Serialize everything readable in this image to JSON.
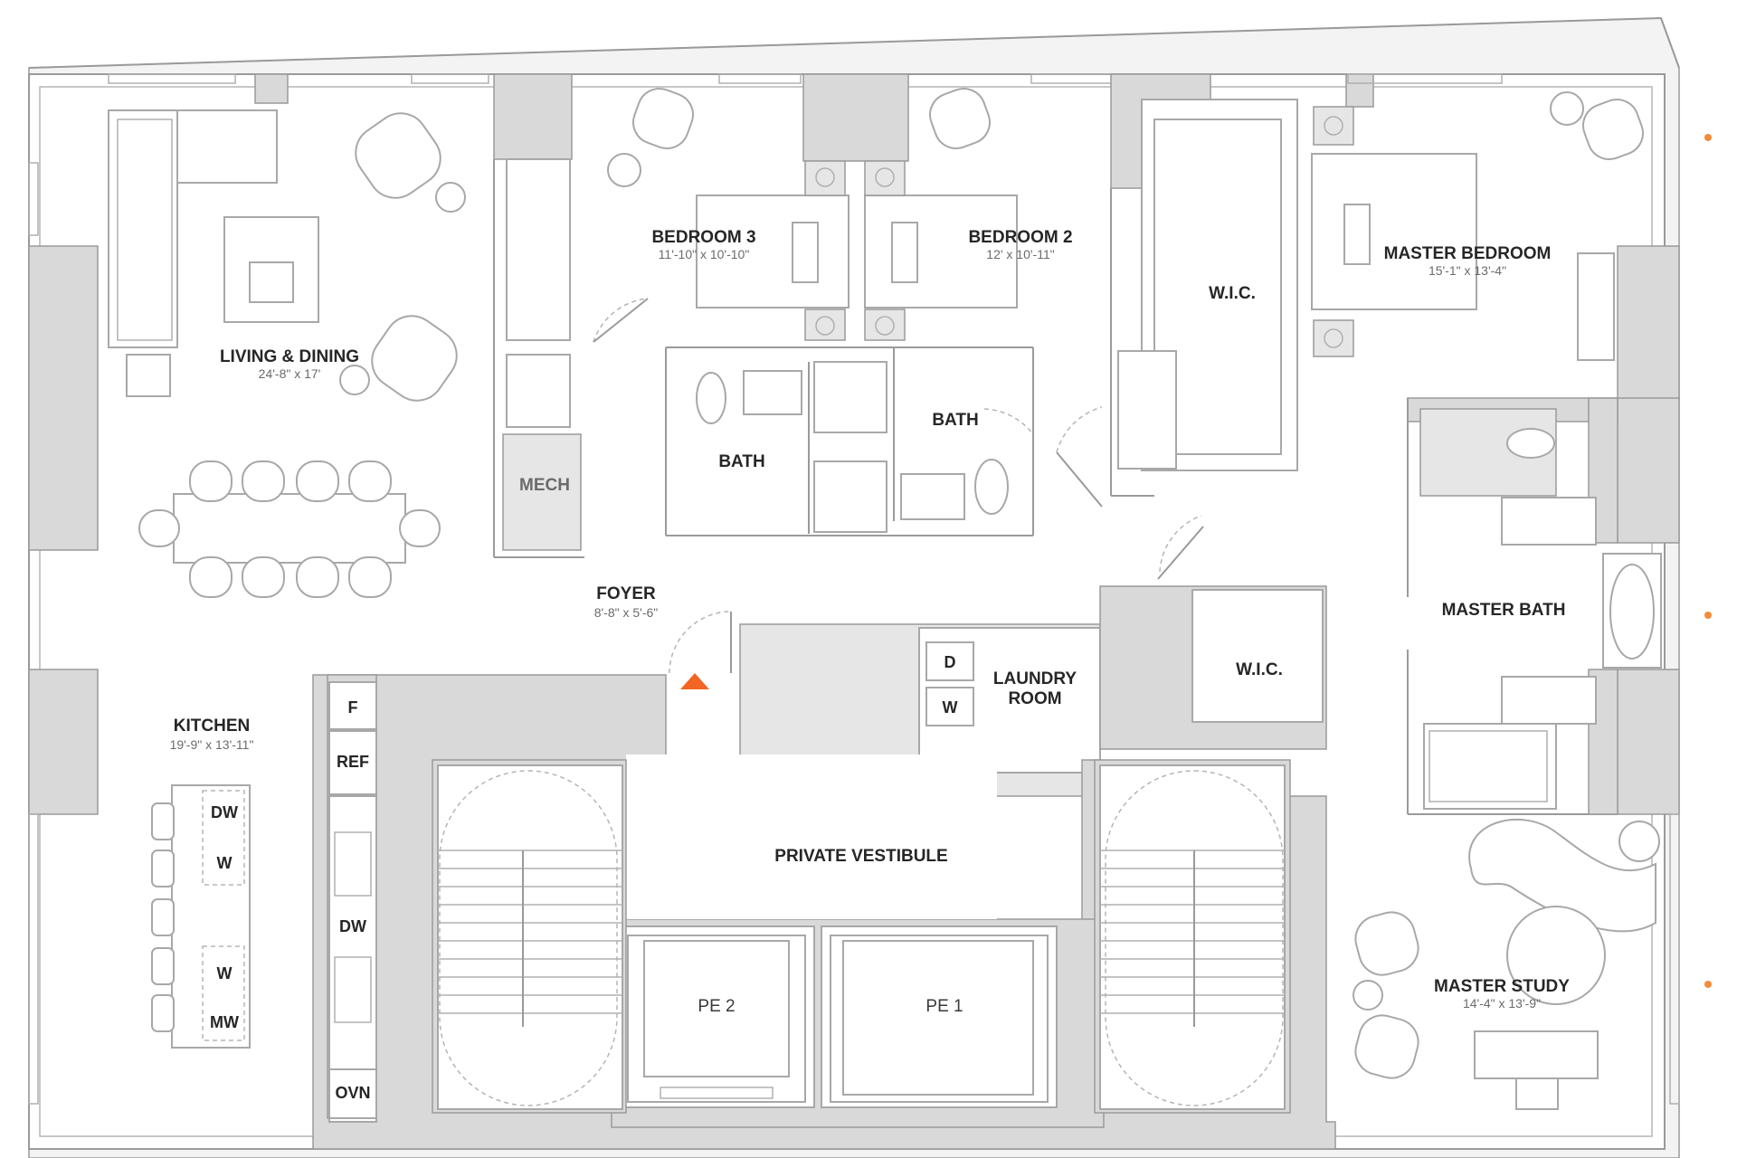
{
  "floorplan": {
    "rooms": {
      "living": {
        "name": "LIVING & DINING",
        "dims": "24'-8\" x 17'"
      },
      "bedroom3": {
        "name": "BEDROOM 3",
        "dims": "11'-10\" x 10'-10\""
      },
      "bedroom2": {
        "name": "BEDROOM 2",
        "dims": "12' x 10'-11\""
      },
      "master_bedroom": {
        "name": "MASTER BEDROOM",
        "dims": "15'-1\" x 13'-4\""
      },
      "wic_master": {
        "name": "W.I.C."
      },
      "bath_left": {
        "name": "BATH"
      },
      "bath_right": {
        "name": "BATH"
      },
      "mech": {
        "name": "MECH"
      },
      "foyer": {
        "name": "FOYER",
        "dims": "8'-8\" x 5'-6\""
      },
      "laundry_line1": {
        "name": "LAUNDRY"
      },
      "laundry_line2": {
        "name": "ROOM"
      },
      "wic_small": {
        "name": "W.I.C."
      },
      "master_bath": {
        "name": "MASTER BATH"
      },
      "kitchen": {
        "name": "KITCHEN",
        "dims": "19'-9\" x 13'-11\""
      },
      "vestibule": {
        "name": "PRIVATE VESTIBULE"
      },
      "master_study": {
        "name": "MASTER STUDY",
        "dims": "14'-4\" x 13'-9\""
      }
    },
    "appliances": {
      "freezer": "F",
      "fridge": "REF",
      "dishwasher_counter": "DW",
      "oven": "OVN",
      "island_dw": "DW",
      "island_w1": "W",
      "island_w2": "W",
      "island_mw": "MW",
      "dryer": "D",
      "washer": "W"
    },
    "elevators": {
      "pe2": "PE 2",
      "pe1": "PE 1"
    },
    "colors": {
      "wall": "#d9d9d9",
      "line": "#9a9a9a",
      "entry_marker": "#f26522",
      "text": "#262626"
    }
  }
}
